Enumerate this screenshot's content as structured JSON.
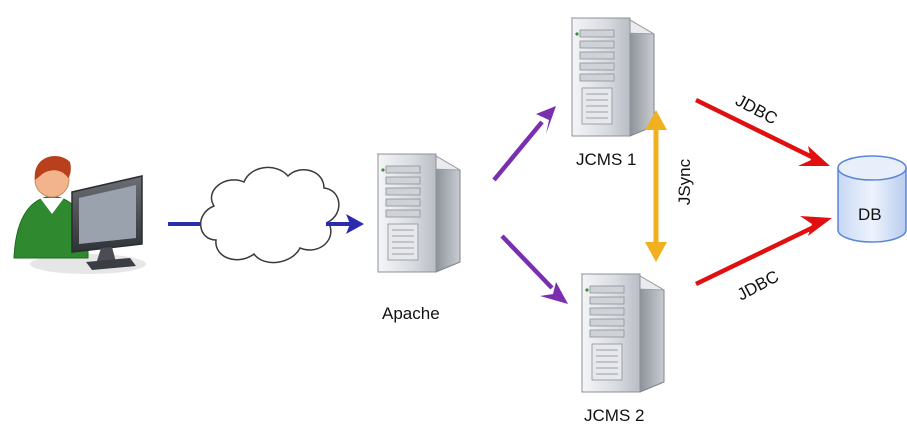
{
  "nodes": {
    "apache": {
      "label": "Apache"
    },
    "jcms1": {
      "label": "JCMS 1"
    },
    "jcms2": {
      "label": "JCMS 2"
    },
    "db": {
      "label": "DB"
    }
  },
  "edges": {
    "jdbc_top": {
      "label": "JDBC"
    },
    "jdbc_bottom": {
      "label": "JDBC"
    },
    "jsync": {
      "label": "JSync"
    }
  },
  "colors": {
    "client_arrow": "#2b2bb0",
    "server_arrow": "#7a2fb0",
    "jdbc_arrow": "#e01010",
    "jsync_arrow": "#f0b020",
    "db_fill": "#dbe6f8",
    "db_stroke": "#5a86d6"
  }
}
